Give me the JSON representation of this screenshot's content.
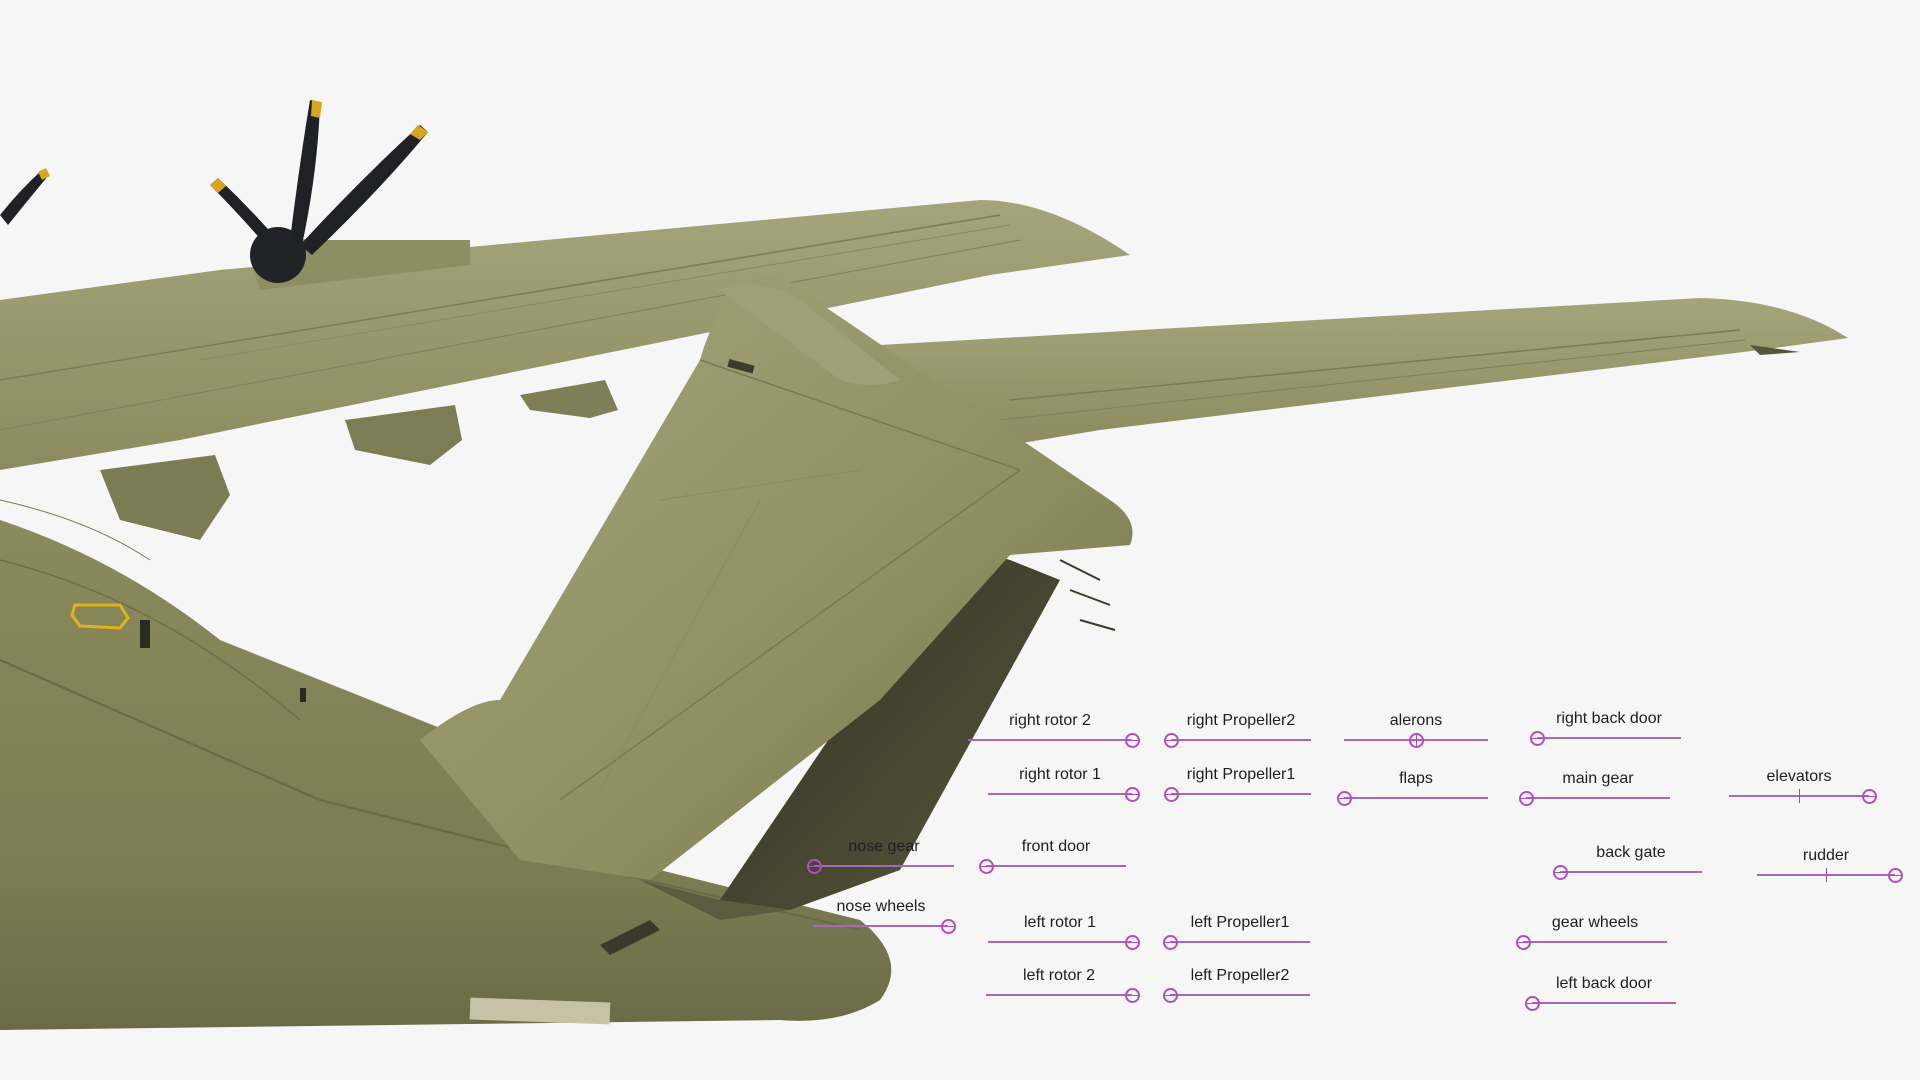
{
  "scene": {
    "subject": "cargo-aircraft-3d-model",
    "background_color": "#f6f6f7",
    "aircraft_color": "#8b8b5d"
  },
  "controls": {
    "right_rotor_2": {
      "label": "right rotor 2",
      "value": 1.0
    },
    "right_propeller2": {
      "label": "right Propeller2",
      "value": 0.0
    },
    "alerons": {
      "label": "alerons",
      "value": 0.5
    },
    "right_back_door": {
      "label": "right back door",
      "value": 0.0
    },
    "right_rotor_1": {
      "label": "right rotor 1",
      "value": 1.0
    },
    "right_propeller1": {
      "label": "right Propeller1",
      "value": 0.0
    },
    "flaps": {
      "label": "flaps",
      "value": 0.0
    },
    "main_gear": {
      "label": "main gear",
      "value": 0.0
    },
    "elevators": {
      "label": "elevators",
      "value": 1.0
    },
    "nose_gear": {
      "label": "nose gear",
      "value": 0.0
    },
    "front_door": {
      "label": "front door",
      "value": 0.0
    },
    "back_gate": {
      "label": "back gate",
      "value": 0.0
    },
    "rudder": {
      "label": "rudder",
      "value": 1.0
    },
    "nose_wheels": {
      "label": "nose wheels",
      "value": 1.0
    },
    "left_rotor_1": {
      "label": "left rotor 1",
      "value": 1.0
    },
    "left_propeller1": {
      "label": "left Propeller1",
      "value": 0.0
    },
    "gear_wheels": {
      "label": "gear wheels",
      "value": 0.0
    },
    "left_rotor_2": {
      "label": "left rotor 2",
      "value": 1.0
    },
    "left_propeller2": {
      "label": "left Propeller2",
      "value": 0.0
    },
    "left_back_door": {
      "label": "left back door",
      "value": 0.0
    }
  }
}
